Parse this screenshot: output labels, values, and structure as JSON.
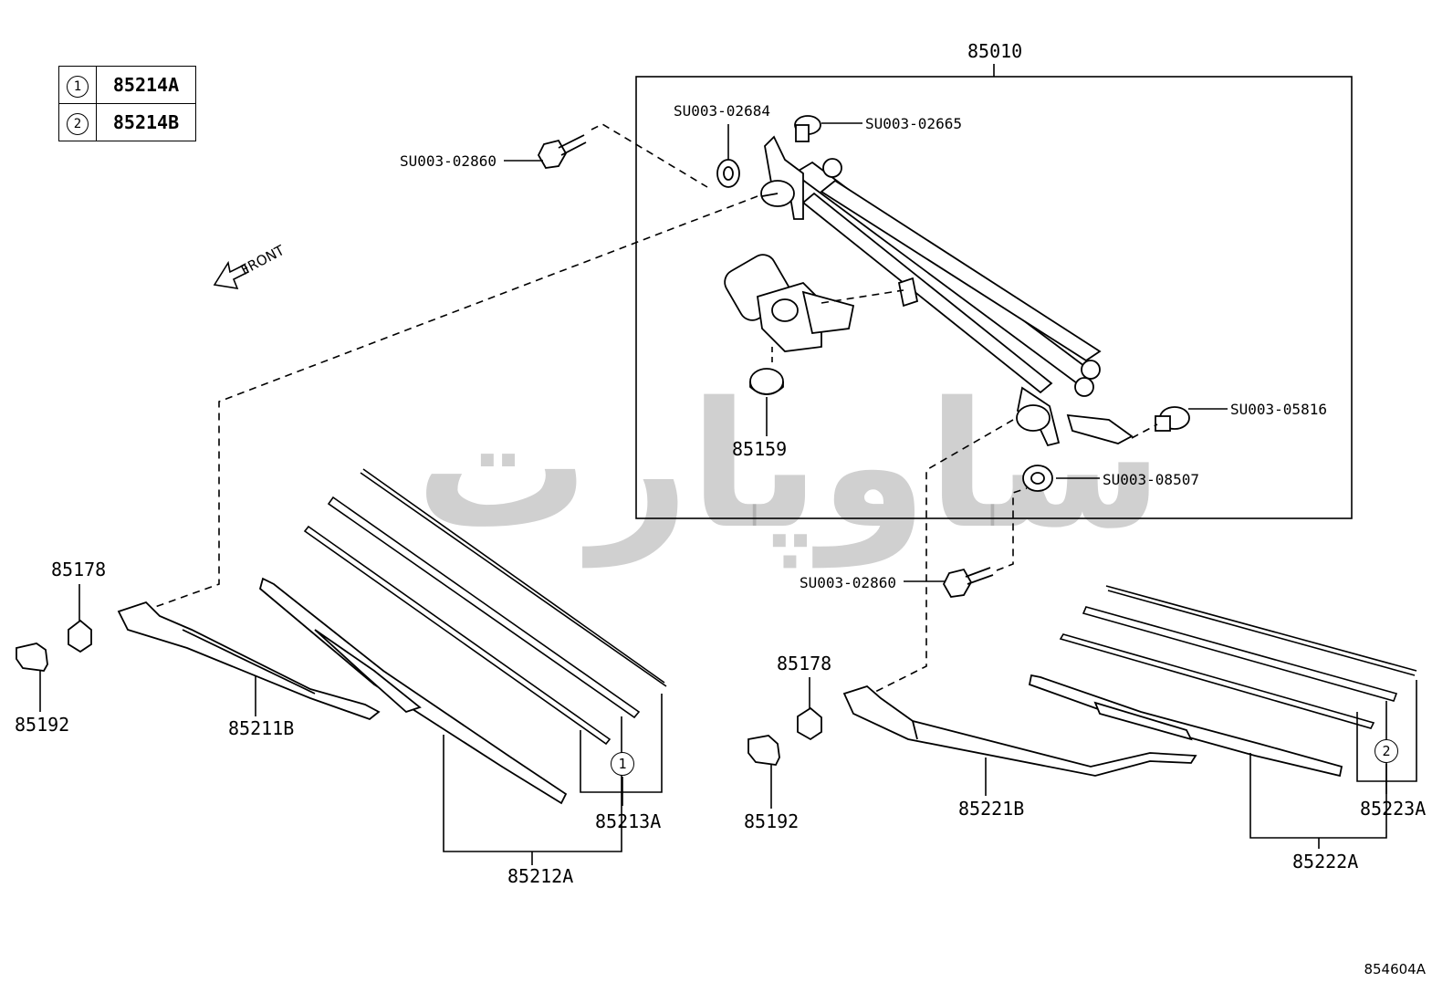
{
  "legend": [
    {
      "num": "1",
      "part": "85214A"
    },
    {
      "num": "2",
      "part": "85214B"
    }
  ],
  "direction_label": "FRONT",
  "watermark_text": "ساوپارت",
  "diagram_code": "854604A",
  "parts": {
    "assembly": "85010",
    "grommet_top": "SU003-02684",
    "bushing_top": "SU003-02665",
    "bolt_left": "SU003-02860",
    "bolt_right": "SU003-02860",
    "bushing_right": "SU003-05816",
    "grommet_right": "SU003-08507",
    "motor_cap": "85159",
    "nut_left": "85178",
    "nut_right": "85178",
    "cap_left": "85192",
    "cap_right": "85192",
    "arm_left": "85211B",
    "blade_left": "85212A",
    "rubber_left": "85213A",
    "arm_right": "85221B",
    "blade_right": "85222A",
    "rubber_right": "85223A"
  },
  "callouts": {
    "left": "1",
    "right": "2"
  }
}
